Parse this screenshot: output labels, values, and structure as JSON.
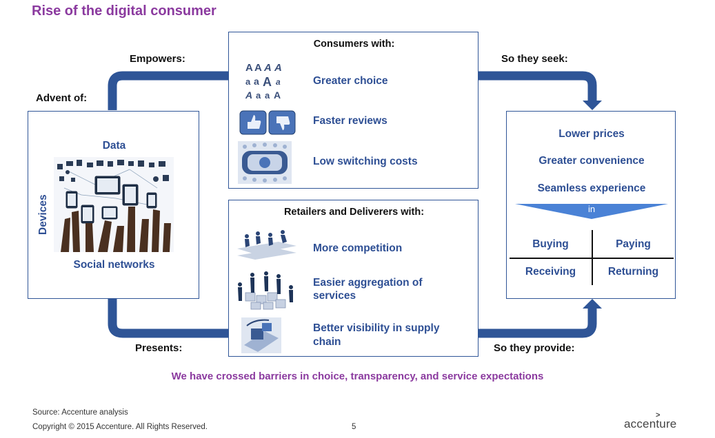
{
  "title": "Rise of the digital consumer",
  "labels": {
    "advent_of": "Advent of:",
    "empowers": "Empowers:",
    "presents": "Presents:",
    "so_they_seek": "So they seek:",
    "so_they_provide": "So they provide:"
  },
  "left_box": {
    "data": "Data",
    "devices": "Devices",
    "social_networks": "Social networks"
  },
  "consumers_box": {
    "header": "Consumers with:",
    "items": [
      "Greater choice",
      "Faster reviews",
      "Low switching costs"
    ]
  },
  "retailers_box": {
    "header": "Retailers and Deliverers with:",
    "items": [
      "More competition",
      "Easier aggregation of services",
      "Better visibility in supply chain"
    ]
  },
  "right_box": {
    "items": [
      "Lower prices",
      "Greater convenience",
      "Seamless experience"
    ],
    "in_label": "in",
    "grid": [
      "Buying",
      "Paying",
      "Receiving",
      "Returning"
    ]
  },
  "conclusion": "We have crossed barriers in choice, transparency, and service expectations",
  "footer": {
    "source": "Source: Accenture analysis",
    "copyright": "Copyright © 2015 Accenture. All Rights Reserved.",
    "page_number": "5",
    "logo": "accenture"
  },
  "colors": {
    "title": "#8b3a9f",
    "arrow": "#2f5597",
    "text_blue": "#2e4f94",
    "conclusion": "#8b3a9f"
  }
}
